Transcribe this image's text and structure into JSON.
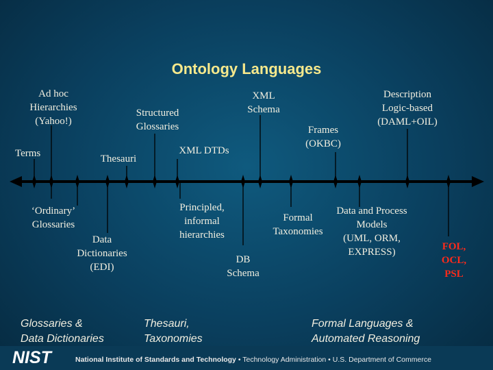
{
  "title": "Ontology Languages",
  "labels": {
    "ad_hoc": [
      "Ad hoc",
      "Hierarchies",
      "(Yahoo!)"
    ],
    "terms": "Terms",
    "ordinary_glossaries": [
      "‘Ordinary’",
      "Glossaries"
    ],
    "thesauri": "Thesauri",
    "data_dictionaries": [
      "Data",
      "Dictionaries",
      "(EDI)"
    ],
    "structured_glossaries": [
      "Structured",
      "Glossaries"
    ],
    "xml_dtds": "XML DTDs",
    "principled_hierarchies": [
      "Principled,",
      "informal",
      "hierarchies"
    ],
    "xml_schema": [
      "XML",
      "Schema"
    ],
    "db_schema": [
      "DB",
      "Schema"
    ],
    "formal_taxonomies": [
      "Formal",
      "Taxonomies"
    ],
    "frames": [
      "Frames",
      "(OKBC)"
    ],
    "data_process_models": [
      "Data and Process",
      "Models",
      "(UML, ORM,",
      "EXPRESS)"
    ],
    "description_logic": [
      "Description",
      "Logic-based",
      "(DAML+OIL)"
    ],
    "fol": [
      "FOL,",
      "OCL,",
      "PSL"
    ]
  },
  "groups": {
    "glossaries": [
      "Glossaries &",
      "Data Dictionaries"
    ],
    "thesauri": [
      "Thesauri,",
      "Taxonomies"
    ],
    "formal": [
      "Formal Languages  &",
      "Automated Reasoning"
    ]
  },
  "footer": {
    "logo_text": "NIST",
    "institute": "National Institute of Standards and Technology",
    "administration": "Technology Administration",
    "department": "U.S. Department of Commerce",
    "separator": "•"
  },
  "colors": {
    "background": "#0a3f5e",
    "title": "#f7e98c",
    "text": "#f2efe0",
    "highlight": "#ff2a1a",
    "timeline": "#000000"
  }
}
